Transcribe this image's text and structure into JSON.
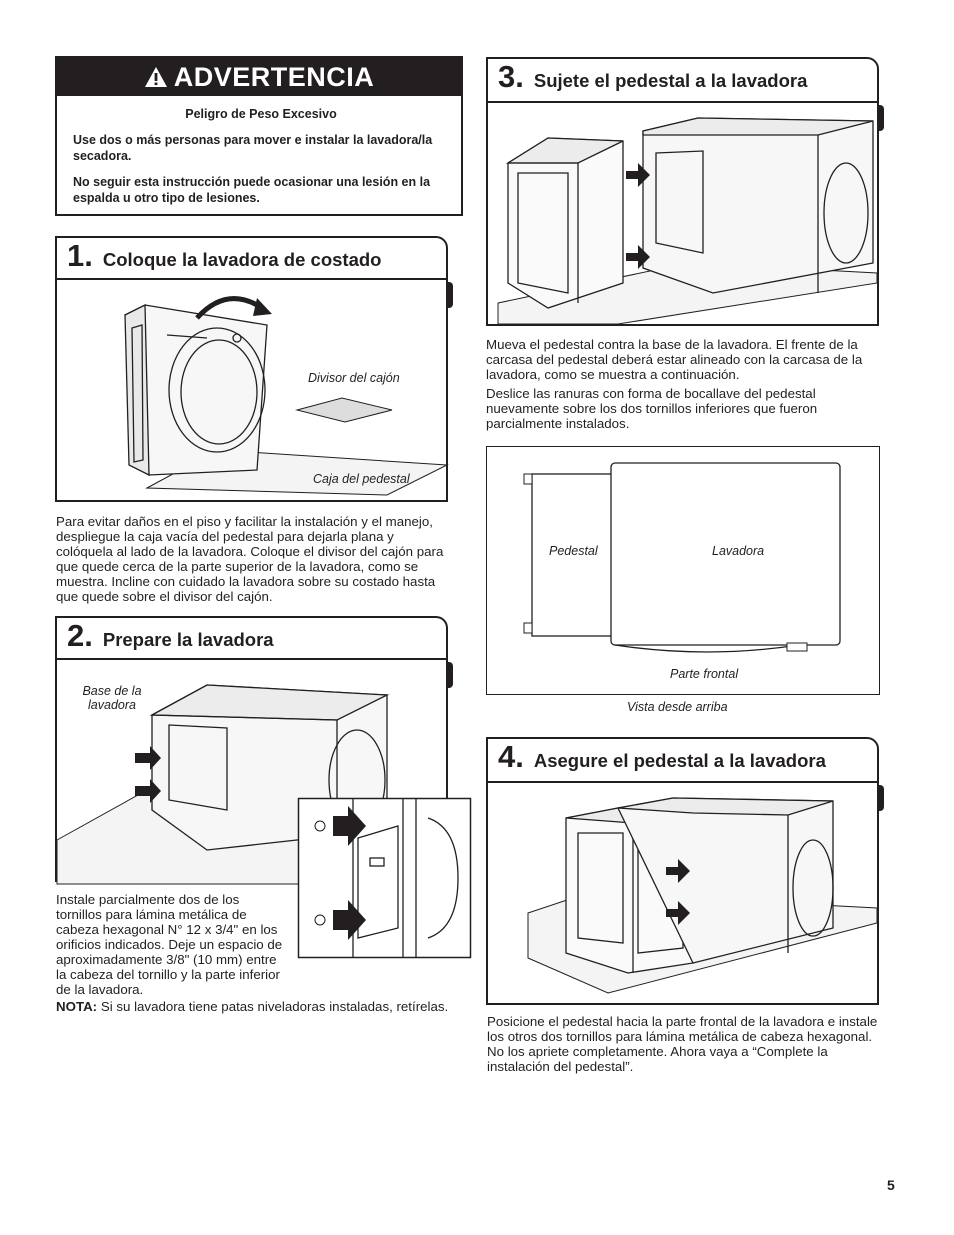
{
  "warning": {
    "title": "ADVERTENCIA",
    "subtitle": "Peligro de Peso Excesivo",
    "line1": "Use dos o más personas para mover e instalar la lavadora/la secadora.",
    "line2": "No seguir esta instrucción puede ocasionar una lesión en la espalda u otro tipo de lesiones."
  },
  "step1": {
    "number": "1.",
    "title": "Coloque la lavadora de costado",
    "label_divider": "Divisor del cajón",
    "label_box": "Caja del pedestal",
    "text": "Para evitar daños en el piso y facilitar la instalación y el manejo, despliegue la caja vacía del pedestal para dejarla plana y colóquela al lado de la lavadora. Coloque el divisor del cajón para que quede cerca de la parte superior de la lavadora, como se muestra. Incline con cuidado la lavadora sobre su costado hasta que quede sobre el divisor del cajón."
  },
  "step2": {
    "number": "2.",
    "title": "Prepare la lavadora",
    "label_base_1": "Base de la",
    "label_base_2": "lavadora",
    "text": "Instale parcialmente dos de los tornillos para lámina metálica de cabeza hexagonal N° 12 x 3/4\" en los orificios indicados. Deje un espacio de aproximadamente 3/8\" (10 mm) entre la cabeza del tornillo y la parte inferior de la lavadora.",
    "note_label": "NOTA:",
    "note_text": " Si su lavadora tiene patas niveladoras instaladas, retírelas."
  },
  "step3": {
    "number": "3.",
    "title": "Sujete el pedestal a la lavadora",
    "text1": "Mueva el pedestal contra la base de la lavadora. El frente de la carcasa del pedestal deberá estar alineado con la carcasa de la lavadora, como se muestra a continuación.",
    "text2": "Deslice las ranuras con forma de bocallave del pedestal nuevamente sobre los dos tornillos inferiores que fueron parcialmente instalados.",
    "label_pedestal": "Pedestal",
    "label_washer": "Lavadora",
    "label_front": "Parte frontal",
    "label_view": "Vista desde arriba"
  },
  "step4": {
    "number": "4.",
    "title": "Asegure el pedestal a la lavadora",
    "text": "Posicione el pedestal hacia la parte frontal de la lavadora e instale los otros dos tornillos para lámina metálica de cabeza hexagonal. No los apriete completamente. Ahora vaya a “Complete la instalación del pedestal”."
  },
  "page_number": "5"
}
